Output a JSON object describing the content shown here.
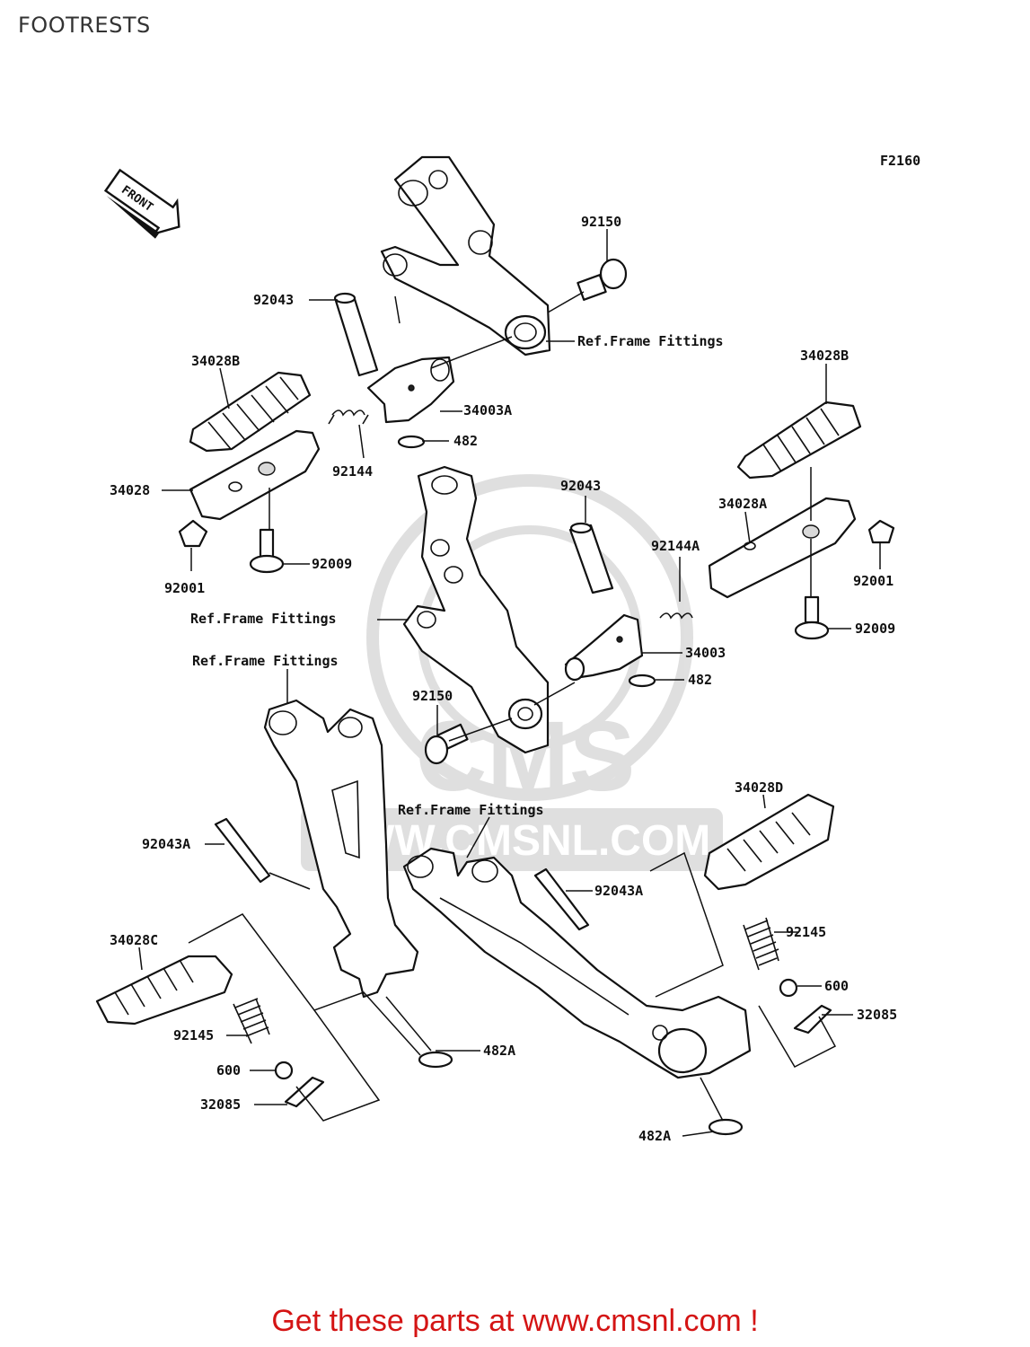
{
  "header": {
    "title": "FOOTRESTS",
    "figure_code": "F2160"
  },
  "orientation_marker": {
    "label": "FRONT",
    "icon": "front-arrow-icon"
  },
  "watermark": {
    "text": "WWW.CMSNL.COM",
    "logo_text": "CMS"
  },
  "callouts": {
    "c92150_top": "92150",
    "c92043_top": "92043",
    "c_ref_top": "Ref.Frame Fittings",
    "c34028B_left": "34028B",
    "c34003A": "34003A",
    "c482_left": "482",
    "c92144": "92144",
    "c34028": "34028",
    "c92001_left": "92001",
    "c92009_left": "92009",
    "c34028B_right": "34028B",
    "c92043_mid": "92043",
    "c34028A": "34028A",
    "c92144A": "92144A",
    "c92001_right": "92001",
    "c_ref_mid": "Ref.Frame Fittings",
    "c92009_right": "92009",
    "c34003": "34003",
    "c482_right": "482",
    "c_ref_lower_left": "Ref.Frame Fittings",
    "c92150_mid": "92150",
    "c_ref_lower_right": "Ref.Frame Fittings",
    "c34028D": "34028D",
    "c92043A_left": "92043A",
    "c92043A_right": "92043A",
    "c92145_right": "92145",
    "c34028C": "34028C",
    "c600_right": "600",
    "c32085_right": "32085",
    "c92145_left": "92145",
    "c482A_left": "482A",
    "c600_left": "600",
    "c32085_left": "32085",
    "c482A_right": "482A"
  },
  "footer": {
    "banner": "Get these parts at www.cmsnl.com !",
    "color": "#d41414"
  }
}
